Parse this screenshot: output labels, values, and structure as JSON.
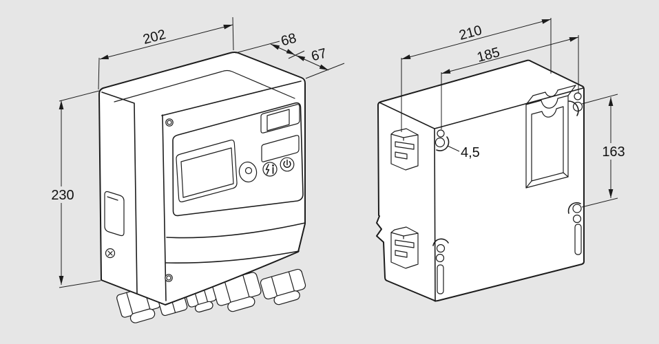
{
  "drawing": {
    "front_view": {
      "dimensions": {
        "width": "202",
        "depth_total": "68",
        "depth_housing": "67",
        "height": "230"
      }
    },
    "back_view": {
      "dimensions": {
        "width_total": "210",
        "hole_spacing_horizontal": "185",
        "hole_diameter": "4,5",
        "hole_spacing_vertical": "163"
      }
    },
    "colors": {
      "background": "#e6e6e6",
      "line": "#1c1c1c",
      "fill": "#ffffff"
    }
  }
}
